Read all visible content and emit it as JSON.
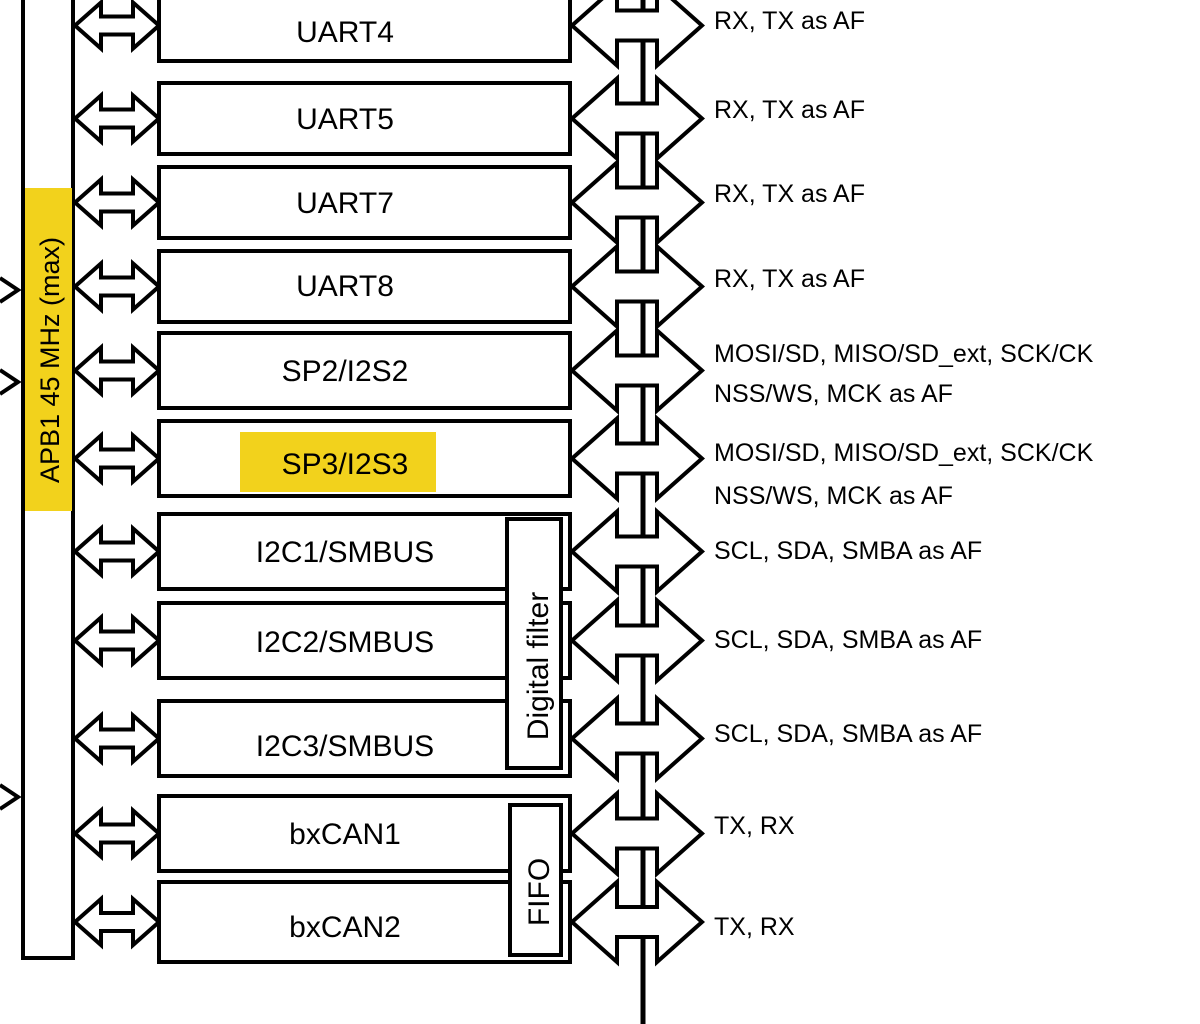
{
  "bus": {
    "label": "APB1 45 MHz (max)",
    "highlight_color": "#f2d21c"
  },
  "peripherals": [
    {
      "name": "UART4",
      "pins": [
        "RX, TX as AF"
      ],
      "highlight": false
    },
    {
      "name": "UART5",
      "pins": [
        "RX, TX as AF"
      ],
      "highlight": false
    },
    {
      "name": "UART7",
      "pins": [
        "RX, TX as AF"
      ],
      "highlight": false
    },
    {
      "name": "UART8",
      "pins": [
        "RX, TX as AF"
      ],
      "highlight": false
    },
    {
      "name": "SP2/I2S2",
      "pins": [
        "MOSI/SD, MISO/SD_ext, SCK/CK",
        "NSS/WS, MCK as AF"
      ],
      "highlight": false
    },
    {
      "name": "SP3/I2S3",
      "pins": [
        "MOSI/SD, MISO/SD_ext, SCK/CK",
        "NSS/WS, MCK as AF"
      ],
      "highlight": true
    },
    {
      "name": "I2C1/SMBUS",
      "pins": [
        "SCL, SDA, SMBA as AF"
      ],
      "highlight": false
    },
    {
      "name": "I2C2/SMBUS",
      "pins": [
        "SCL, SDA, SMBA as AF"
      ],
      "highlight": false
    },
    {
      "name": "I2C3/SMBUS",
      "pins": [
        "SCL, SDA, SMBA as AF"
      ],
      "highlight": false
    },
    {
      "name": "bxCAN1",
      "pins": [
        "TX, RX"
      ],
      "highlight": false
    },
    {
      "name": "bxCAN2",
      "pins": [
        "TX, RX"
      ],
      "highlight": false
    }
  ],
  "shared_blocks": {
    "digital_filter": "Digital filter",
    "fifo": "FIFO"
  }
}
